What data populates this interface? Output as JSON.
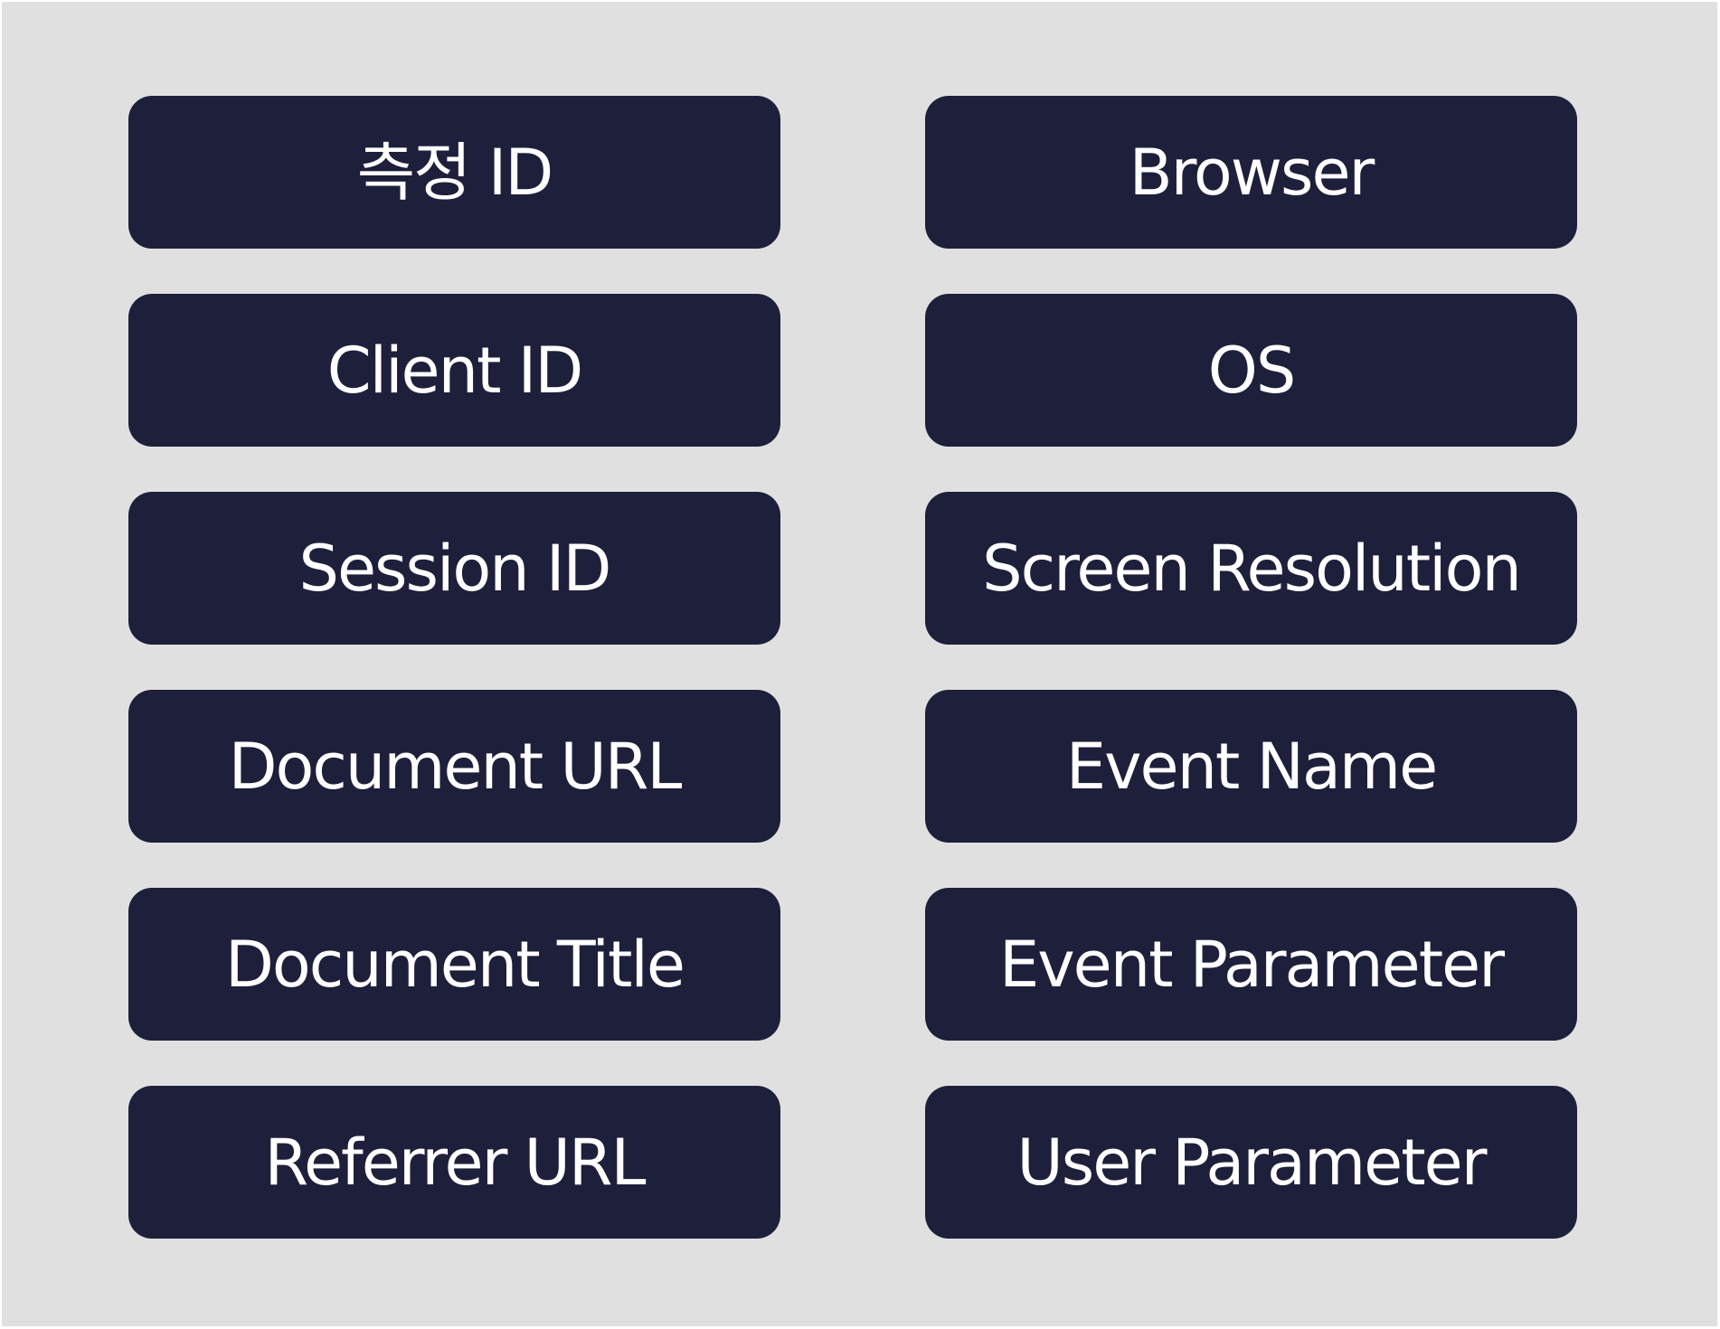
{
  "colors": {
    "background": "#e0e0e0",
    "chip_fill": "#1e1f3b",
    "chip_text": "#ffffff"
  },
  "items": [
    "측정 ID",
    "Browser",
    "Client ID",
    "OS",
    "Session ID",
    "Screen Resolution",
    "Document URL",
    "Event Name",
    "Document Title",
    "Event Parameter",
    "Referrer URL",
    "User Parameter"
  ]
}
